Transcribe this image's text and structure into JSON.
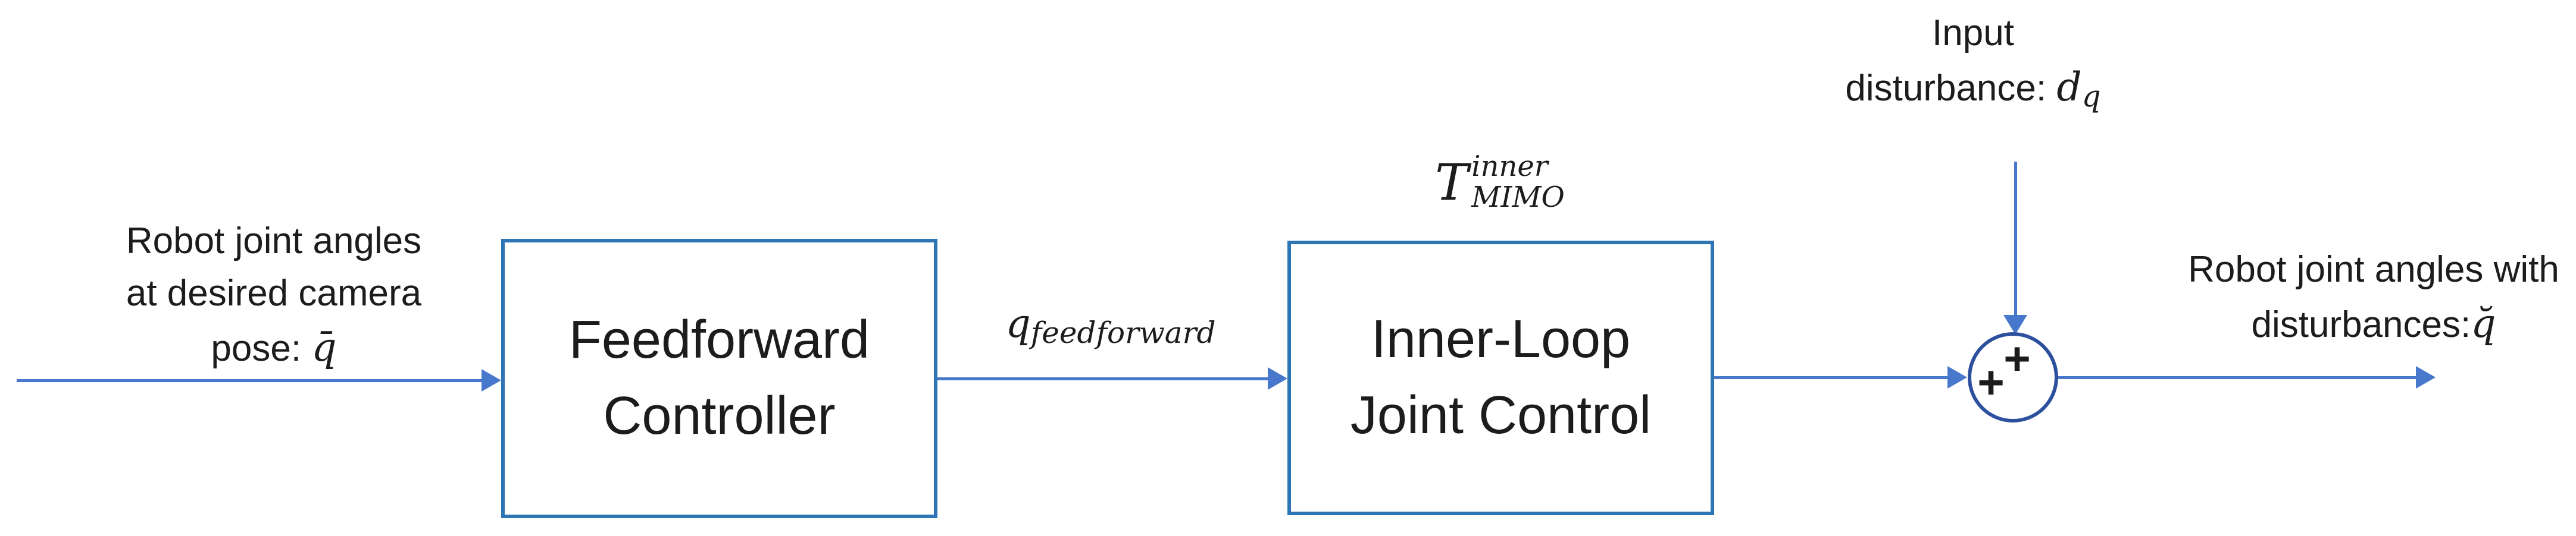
{
  "colors": {
    "box_border": "#2E75B6",
    "arrow": "#4878CC",
    "sum_border": "#2C4F9E",
    "text": "#1C1C1C",
    "background": "#FFFFFF"
  },
  "labels": {
    "input": {
      "line1": "Robot joint angles",
      "line2": "at desired camera",
      "line3_prefix": "pose: ",
      "line3_math": "q̄"
    },
    "signal": {
      "base": "q",
      "sub": "feedforward"
    },
    "transfer": {
      "base": "T",
      "sup": "inner",
      "sub": "MIMO"
    },
    "disturbance": {
      "line1": "Input",
      "line2_prefix": "disturbance: ",
      "math_base": "d",
      "math_sub": "q"
    },
    "output": {
      "line1": "Robot joint angles with",
      "line2_prefix": "disturbances:",
      "line2_math": "q̆"
    }
  },
  "blocks": {
    "feedforward": {
      "line1": "Feedforward",
      "line2": "Controller"
    },
    "inner_loop": {
      "line1": "Inner-Loop",
      "line2": "Joint Control"
    }
  },
  "sum": {
    "plus_top": "+",
    "plus_left": "+"
  }
}
